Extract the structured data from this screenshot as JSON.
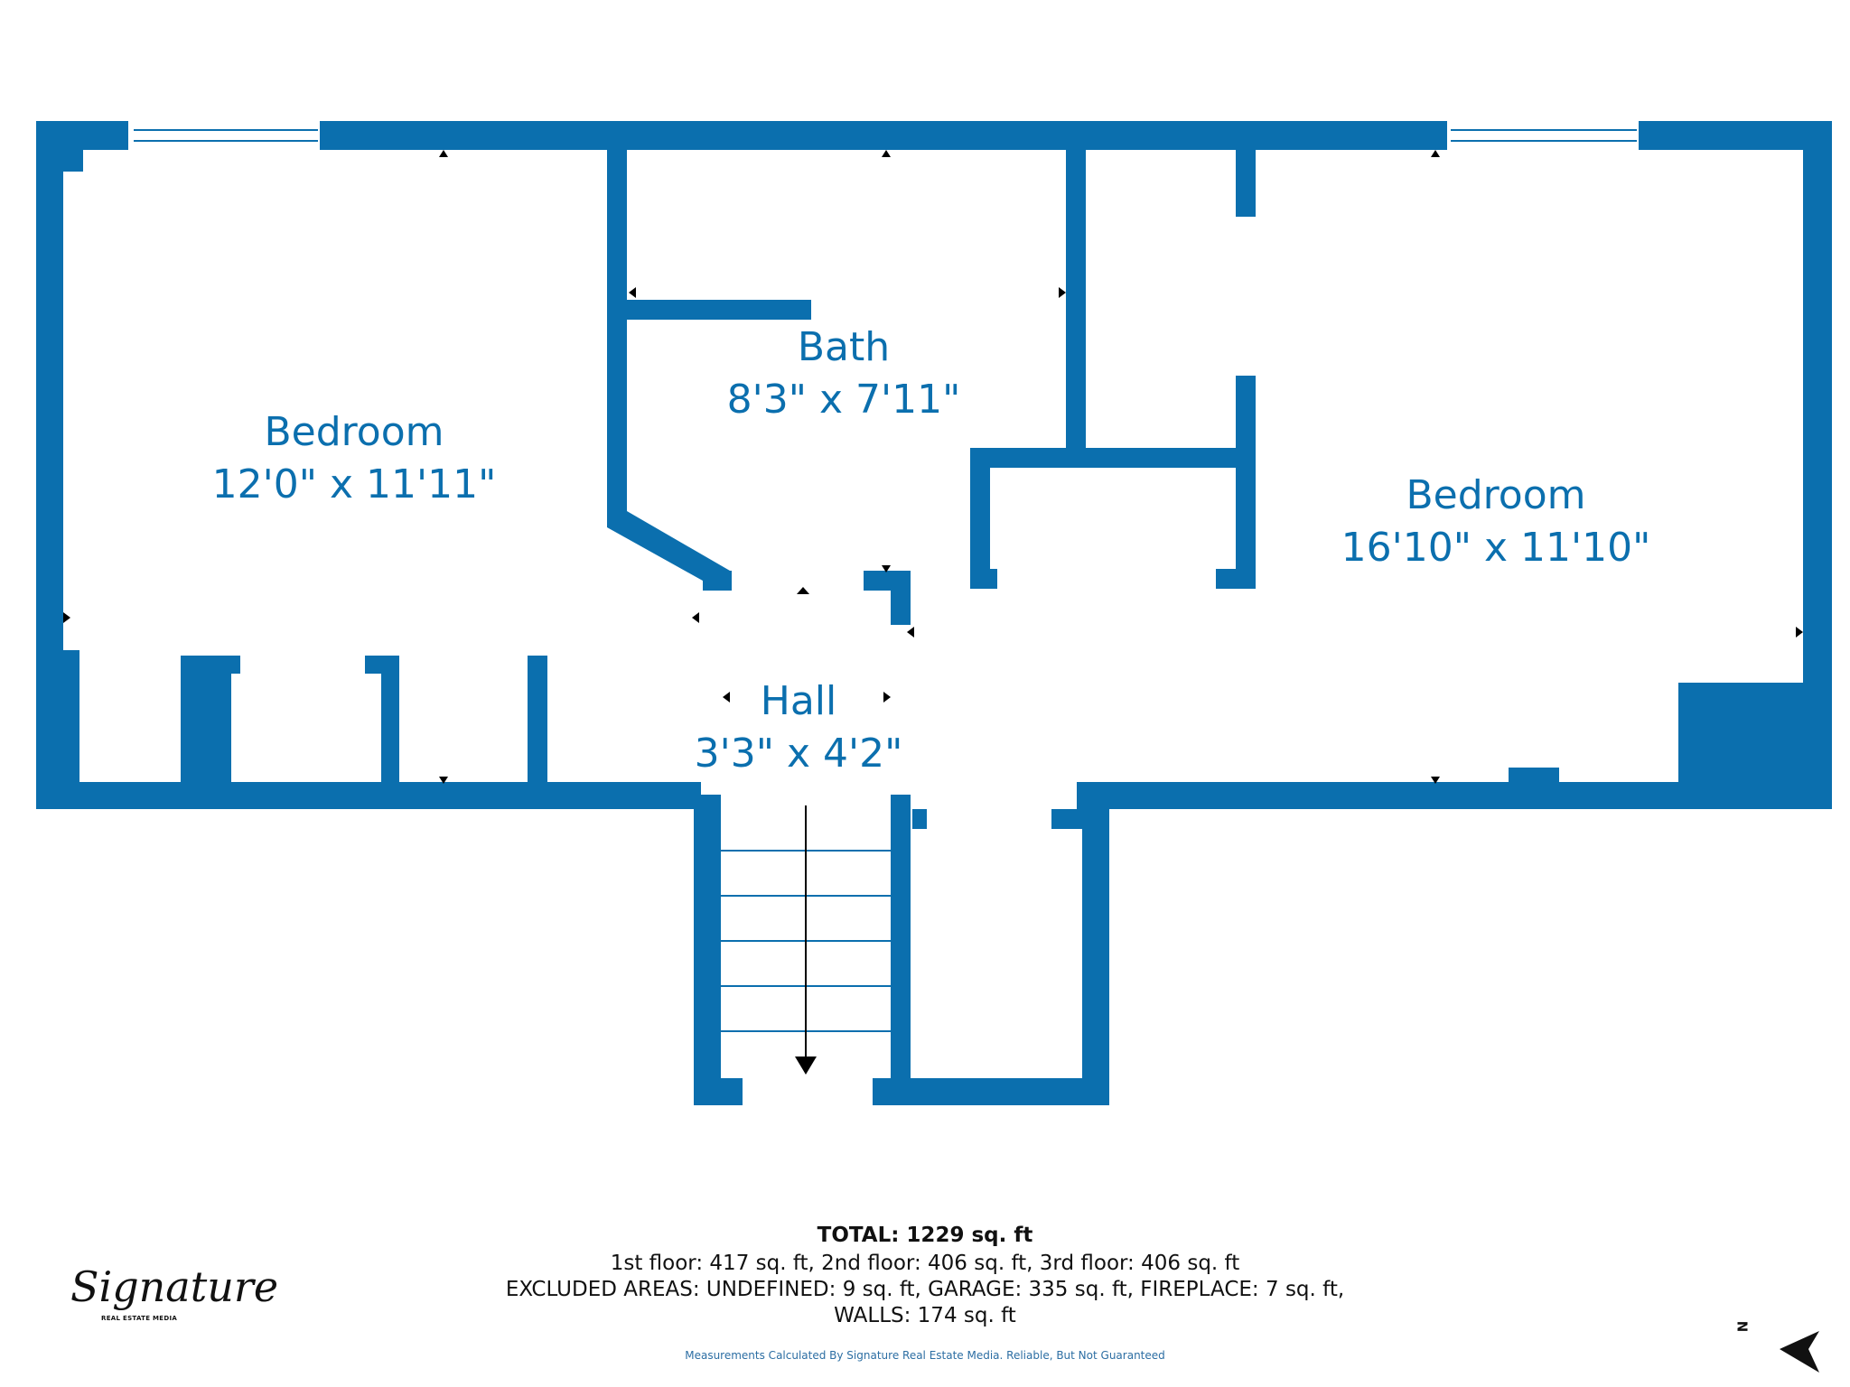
{
  "colors": {
    "wall": "#0b6fae",
    "label": "#0b6fae",
    "background": "#ffffff"
  },
  "rooms": [
    {
      "name": "Bedroom",
      "size": "12'0\" x 11'11\""
    },
    {
      "name": "Bath",
      "size": "8'3\" x 7'11\""
    },
    {
      "name": "Bedroom",
      "size": "16'10\" x 11'10\""
    },
    {
      "name": "Hall",
      "size": "3'3\" x 4'2\""
    }
  ],
  "summary": {
    "total": "TOTAL: 1229 sq. ft",
    "floors": "1st floor: 417 sq. ft, 2nd floor: 406 sq. ft, 3rd floor: 406 sq. ft",
    "excluded_line1": "EXCLUDED AREAS: UNDEFINED: 9 sq. ft, GARAGE: 335 sq. ft, FIREPLACE: 7 sq. ft,",
    "excluded_line2": "WALLS: 174 sq. ft"
  },
  "disclaimer": "Measurements Calculated By Signature Real Estate Media. Reliable, But Not Guaranteed",
  "logo": {
    "main": "Signature",
    "sub": "REAL ESTATE MEDIA"
  },
  "compass": {
    "letter": "N",
    "icon": "north-arrow-icon"
  }
}
